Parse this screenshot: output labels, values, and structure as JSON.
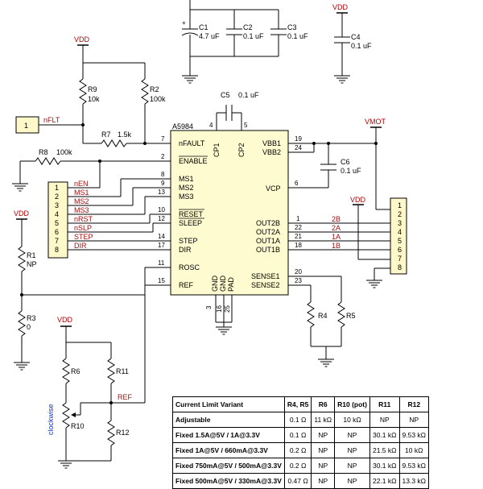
{
  "power": {
    "vdd": "VDD",
    "vmot": "VMOT"
  },
  "ic": {
    "name": "A5984",
    "left_pins": [
      {
        "num": "7",
        "name": "nFAULT"
      },
      {
        "num": "2",
        "name": "ENABLE"
      },
      {
        "num": "8",
        "name": "MS1"
      },
      {
        "num": "9",
        "name": "MS2"
      },
      {
        "num": "13",
        "name": "MS3"
      },
      {
        "num": "10",
        "name": "RESET"
      },
      {
        "num": "12",
        "name": "SLEEP"
      },
      {
        "num": "14",
        "name": "STEP"
      },
      {
        "num": "17",
        "name": "DIR"
      },
      {
        "num": "11",
        "name": "ROSC"
      },
      {
        "num": "15",
        "name": "REF"
      }
    ],
    "right_pins": [
      {
        "num": "19",
        "name": "VBB1"
      },
      {
        "num": "24",
        "name": "VBB2"
      },
      {
        "num": "6",
        "name": "VCP"
      },
      {
        "num": "1",
        "name": "OUT2B"
      },
      {
        "num": "22",
        "name": "OUT2A"
      },
      {
        "num": "21",
        "name": "OUT1A"
      },
      {
        "num": "18",
        "name": "OUT1B"
      },
      {
        "num": "20",
        "name": "SENSE1"
      },
      {
        "num": "23",
        "name": "SENSE2"
      }
    ],
    "top_pins": [
      {
        "num": "4",
        "name": "CP1"
      },
      {
        "num": "5",
        "name": "CP2"
      }
    ],
    "bottom_pins": [
      {
        "num": "3",
        "name": "GND"
      },
      {
        "num": "16",
        "name": "GND"
      },
      {
        "num": "25",
        "name": "PAD"
      }
    ]
  },
  "components": {
    "c1": {
      "ref": "C1",
      "value": "4.7 uF"
    },
    "c2": {
      "ref": "C2",
      "value": "0.1 uF"
    },
    "c3": {
      "ref": "C3",
      "value": "0.1 uF"
    },
    "c4": {
      "ref": "C4",
      "value": "0.1 uF"
    },
    "c5": {
      "ref": "C5",
      "value": "0.1 uF"
    },
    "c6": {
      "ref": "C6",
      "value": "0.1 uF"
    },
    "r1": {
      "ref": "R1",
      "value": "NP"
    },
    "r2": {
      "ref": "R2",
      "value": "100k"
    },
    "r3": {
      "ref": "R3",
      "value": "0"
    },
    "r4": {
      "ref": "R4"
    },
    "r5": {
      "ref": "R5"
    },
    "r6": {
      "ref": "R6"
    },
    "r7": {
      "ref": "R7",
      "value": "1.5k"
    },
    "r8": {
      "ref": "R8",
      "value": "100k"
    },
    "r9": {
      "ref": "R9",
      "value": "10k"
    },
    "r10": {
      "ref": "R10",
      "note": "clockwise"
    },
    "r11": {
      "ref": "R11"
    },
    "r12": {
      "ref": "R12"
    }
  },
  "fault_connector": {
    "pin": "1",
    "net": "nFLT"
  },
  "header_left": {
    "pins": [
      "1",
      "2",
      "3",
      "4",
      "5",
      "6",
      "7",
      "8"
    ],
    "nets": [
      "nEN",
      "MS1",
      "MS2",
      "MS3",
      "nRST",
      "nSLP",
      "STEP",
      "DIR"
    ]
  },
  "header_right": {
    "pins": [
      "1",
      "2",
      "3",
      "4",
      "5",
      "6",
      "7",
      "8"
    ]
  },
  "output_nets": [
    "2B",
    "2A",
    "1A",
    "1B"
  ],
  "ref_net": "REF",
  "table": {
    "headers": [
      "Current Limit Variant",
      "R4, R5",
      "R6",
      "R10 (pot)",
      "R11",
      "R12"
    ],
    "rows": [
      [
        "Adjustable",
        "0.1 Ω",
        "11 kΩ",
        "10 kΩ",
        "NP",
        "NP"
      ],
      [
        "Fixed      1.5A@5V /        1A@3.3V",
        "0.1 Ω",
        "NP",
        "NP",
        "30.1 kΩ",
        "9.53 kΩ"
      ],
      [
        "Fixed        1A@5V / 660mA@3.3V",
        "0.2 Ω",
        "NP",
        "NP",
        "21.5 kΩ",
        "10 kΩ"
      ],
      [
        "Fixed 750mA@5V / 500mA@3.3V",
        "0.2 Ω",
        "NP",
        "NP",
        "30.1 kΩ",
        "9.53 kΩ"
      ],
      [
        "Fixed 500mA@5V / 330mA@3.3V",
        "0.47 Ω",
        "NP",
        "NP",
        "22.1 kΩ",
        "13.3 kΩ"
      ]
    ]
  }
}
